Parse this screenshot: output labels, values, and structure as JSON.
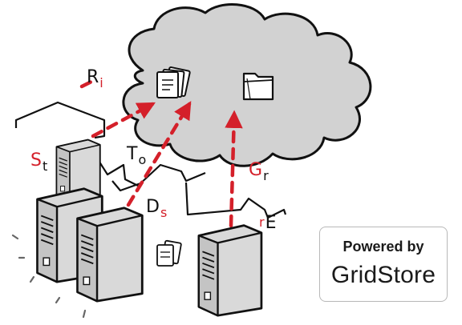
{
  "badge": {
    "line1": "Powered by",
    "line2": "GridStore"
  },
  "labels": {
    "ri": {
      "main": "R",
      "sub": "i"
    },
    "st": {
      "main": "S",
      "sub": "t"
    },
    "to": {
      "main": "T",
      "sub": "o"
    },
    "ds": {
      "main": "D",
      "sub": "s"
    },
    "gr": {
      "main": "G",
      "sub": "r"
    },
    "re": {
      "pre": "r",
      "main": "E"
    }
  },
  "icons": [
    "cloud-icon",
    "documents-icon",
    "folder-icon",
    "server-icon"
  ],
  "colors": {
    "accent": "#d4202a",
    "cloud": "#d2d2d2",
    "server": "#d9d9d9",
    "outline": "#111111"
  }
}
